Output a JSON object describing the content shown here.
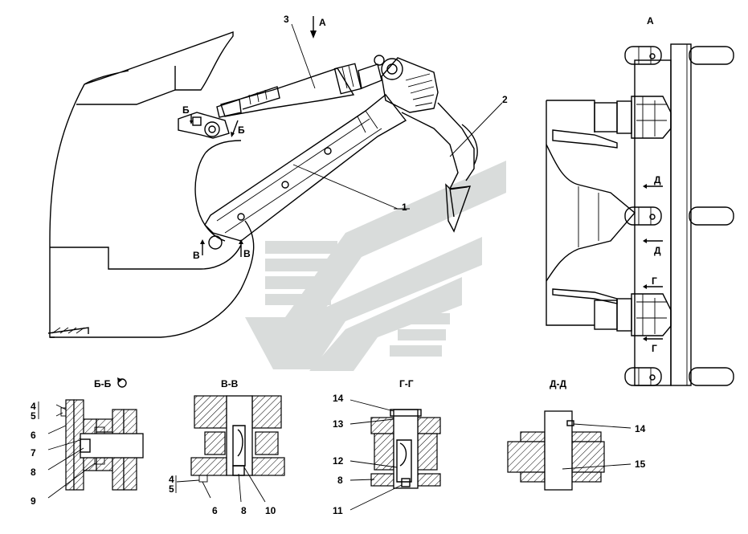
{
  "view_titles": {
    "view_a": "А",
    "section_bb": "Б-Б",
    "section_vv": "В-В",
    "section_gg": "Г-Г",
    "section_dd": "Д-Д"
  },
  "section_markers": {
    "a_arrow": "А",
    "b_left": "Б",
    "b_right": "Б",
    "v_left": "В",
    "v_right": "В",
    "d_top": "Д",
    "d_bottom": "Д",
    "g_top": "Г",
    "g_bottom": "Г"
  },
  "callouts": {
    "main_1": "1",
    "main_2": "2",
    "main_3": "3",
    "bb_4": "4",
    "bb_5": "5",
    "bb_6": "6",
    "bb_7": "7",
    "bb_8": "8",
    "bb_9": "9",
    "vv_4": "4",
    "vv_5": "5",
    "vv_6": "6",
    "vv_8": "8",
    "vv_10": "10",
    "gg_14": "14",
    "gg_13": "13",
    "gg_12": "12",
    "gg_8": "8",
    "gg_11": "11",
    "dd_14": "14",
    "dd_15": "15"
  },
  "colors": {
    "line": "#000000",
    "watermark": "#d9dcdb",
    "background": "#ffffff"
  }
}
